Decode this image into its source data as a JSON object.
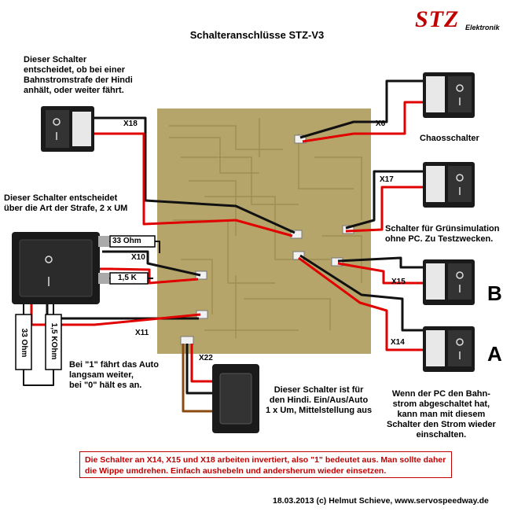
{
  "title": "Schalteranschlüsse STZ-V3",
  "logo": {
    "brand": "STZ",
    "sub": "Elektronik"
  },
  "notes": {
    "x18_switch": [
      "Dieser Schalter",
      "entscheidet, ob bei einer",
      "Bahnstromstrafe der Hindi",
      "anhält, oder weiter fährt."
    ],
    "penalty_switch": [
      "Dieser Schalter entscheidet",
      "über die Art der Strafe, 2 x UM"
    ],
    "speed_note": [
      "Bei \"1\" fährt das Auto",
      "langsam weiter,",
      "bei \"0\" hält es an."
    ],
    "hindi_switch": [
      "Dieser Schalter ist für",
      "den Hindi. Ein/Aus/Auto",
      "1 x Um, Mittelstellung aus"
    ],
    "chaos": "Chaosschalter",
    "green_sim": [
      "Schalter für Grünsimulation",
      "ohne PC.  Zu Testzwecken."
    ],
    "pc_off": [
      "Wenn der PC den Bahn-",
      "strom abgeschaltet hat,",
      "kann man mit diesem",
      "Schalter den Strom wieder",
      "einschalten."
    ]
  },
  "connectors": {
    "x6": "X6",
    "x10": "X10",
    "x11": "X11",
    "x14": "X14",
    "x15": "X15",
    "x17": "X17",
    "x18": "X18",
    "x22": "X22"
  },
  "resistors": {
    "r1": "33 Ohm",
    "r2": "1,5 K",
    "r3": "33 Ohm",
    "r4": "1,5 KOhm"
  },
  "markers": {
    "a": "A",
    "b": "B"
  },
  "notice": "Die Schalter an X14, X15 und X18 arbeiten invertiert, also \"1\" bedeutet aus. Man sollte daher die Wippe umdrehen. Einfach aushebeln und andersherum wieder einsetzen.",
  "footer": "18.03.2013 (c) Helmut Schieve, www.servospeedway.de",
  "colors": {
    "accent": "#c00000",
    "wire_red": "#e00000",
    "wire_brown": "#8b4a10",
    "pcb": "#b6a56a"
  }
}
